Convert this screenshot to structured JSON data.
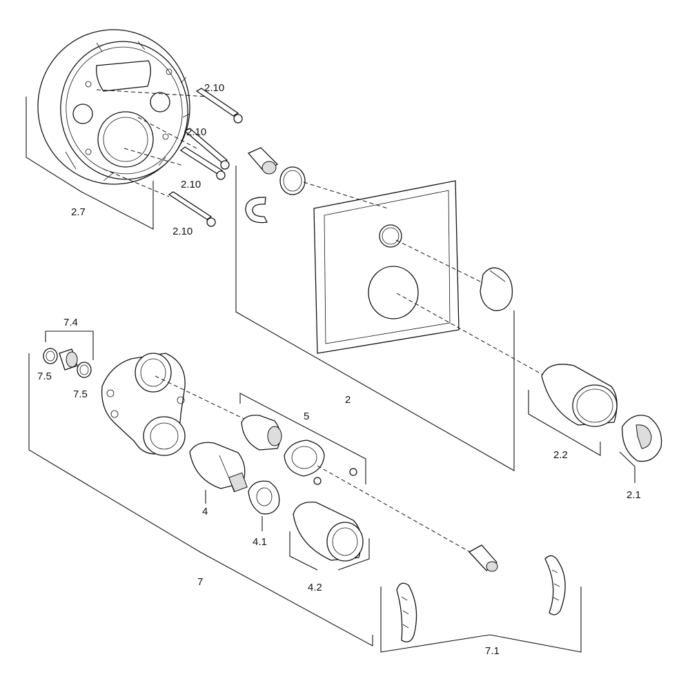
{
  "labels": {
    "l_2_10_a": "2.10",
    "l_2_10_b": "2.10",
    "l_2_10_c": "2.10",
    "l_2_10_d": "2.10",
    "l_2_7": "2.7",
    "l_7_4": "7.4",
    "l_7_5_a": "7.5",
    "l_7_5_b": "7.5",
    "l_2": "2",
    "l_5": "5",
    "l_2_2": "2.2",
    "l_2_1": "2.1",
    "l_4": "4",
    "l_4_1": "4.1",
    "l_4_2": "4.2",
    "l_7": "7",
    "l_7_1": "7.1"
  }
}
